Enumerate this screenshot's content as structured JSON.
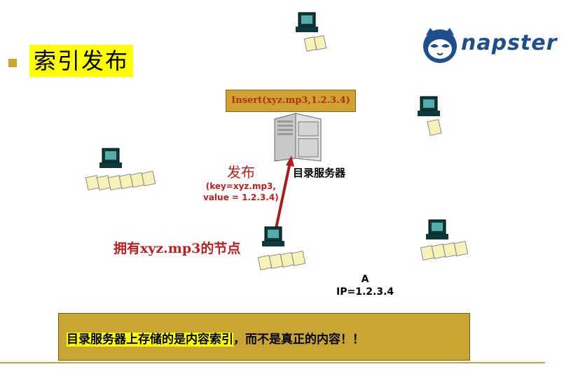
{
  "title": "索引发布",
  "logo": {
    "text": "napster"
  },
  "insert_label": "Insert(xyz.mp3,1.2.3.4)",
  "server_label": "目录服务器",
  "publish_label": "发布",
  "publish_kv_line1": "(key=xyz.mp3,",
  "publish_kv_line2": "value = 1.2.3.4)",
  "node_label": "拥有xyz.mp3的节点",
  "node_a": {
    "name": "A",
    "ip": "IP=1.2.3.4"
  },
  "note": {
    "highlight": "目录服务器上存储的是内容索引",
    "rest": "，而不是真正的内容！！"
  },
  "colors": {
    "accent": "#c9a633",
    "highlight": "#ffff00",
    "red": "#c41d1d",
    "brand": "#1f4e8c"
  }
}
